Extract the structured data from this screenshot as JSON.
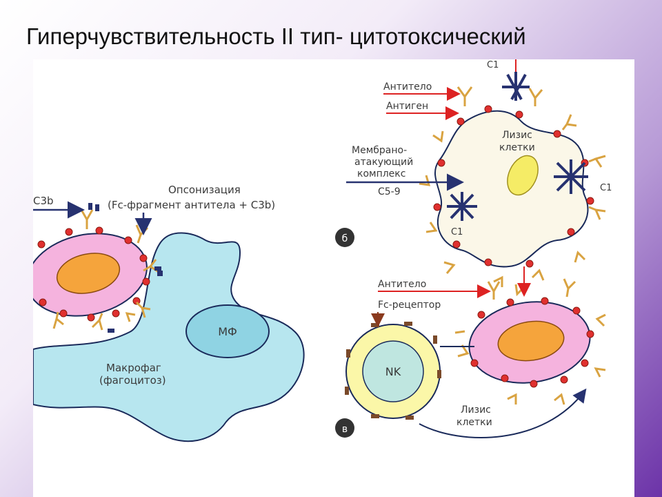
{
  "slide": {
    "title": "Гиперчувствительность II тип- цитотоксический"
  },
  "opsonization": {
    "c3b_label": "С3b",
    "title": "Опсонизация",
    "subtitle": "(Fc-фрагмент антитела + С3b)",
    "macrophage_label": "МФ",
    "macrophage_caption_1": "Макрофаг",
    "macrophage_caption_2": "(фагоцитоз)"
  },
  "complement": {
    "marker": "б",
    "antibody_label": "Антитело",
    "antigen_label": "Антиген",
    "mac_label_1": "Мембрано-",
    "mac_label_2": "атакующий",
    "mac_label_3": "комплекс",
    "mac_label_4": "С5-9",
    "lysis_label_1": "Лизис",
    "lysis_label_2": "клетки",
    "c1_top": "С1",
    "c1_right": "С1",
    "c1_bottom": "С1"
  },
  "nk": {
    "marker": "в",
    "antibody_label": "Антитело",
    "fc_receptor_label": "Fc-рецептор",
    "nk_label": "NK",
    "lysis_label_1": "Лизис",
    "lysis_label_2": "клетки"
  },
  "colors": {
    "cell_pink": "#f5b3de",
    "nucleus_orange": "#f5a43c",
    "macrophage_blue": "#b7e6ef",
    "nk_green": "#bfe6e0",
    "nk_ring": "#fbf7a8",
    "antigen_red": "#e0302f",
    "antibody_gold": "#d9a341",
    "yellow_nucleus": "#f5ec66"
  }
}
